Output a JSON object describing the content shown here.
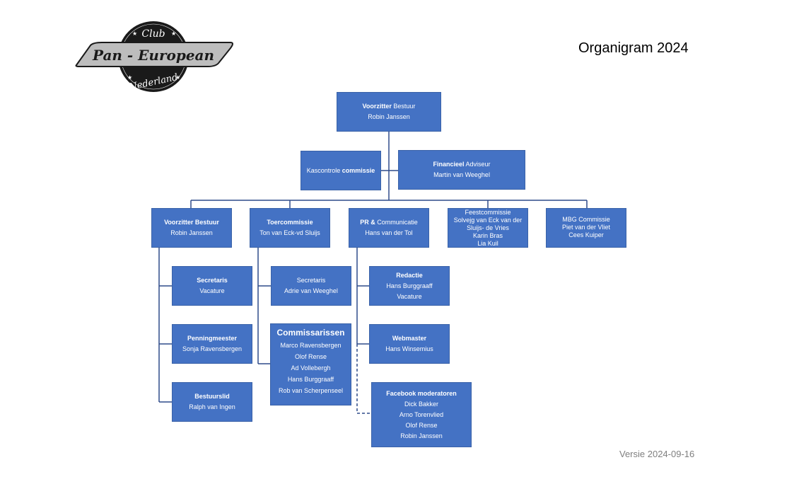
{
  "title": "Organigram 2024",
  "version": "Versie 2024-09-16",
  "logo": {
    "top_text": "Club",
    "main_text": "Pan - European",
    "bottom_text": "Nederland"
  },
  "colors": {
    "box": "#4472c4",
    "line": "#2f4b8a",
    "text": "#ffffff"
  },
  "top": {
    "role": "Voorzitter",
    "role_rest": "Bestuur",
    "name": "Robin Janssen"
  },
  "kascontrole": {
    "text": "Kascontrole",
    "bold": "commissie"
  },
  "financieel": {
    "role": "Financieel",
    "role_rest": "Adviseur",
    "name": "Martin van Weeghel"
  },
  "level2": {
    "voorzitter": {
      "role": "Voorzitter Bestuur",
      "name": "Robin Janssen"
    },
    "toer": {
      "role": "Toercommissie",
      "name": "Ton van Eck-vd Sluijs"
    },
    "pr": {
      "role": "PR &",
      "role_rest": "Communicatie",
      "name": "Hans van der Tol"
    },
    "feest": {
      "role": "Feestcommissie",
      "lines": [
        "Solvejg van Eck van der",
        "Sluijs- de Vries",
        "Karin Bras",
        "Lia Kuil"
      ]
    },
    "mbg": {
      "role": "MBG Commissie",
      "lines": [
        "Piet van der Vliet",
        "Cees Kuiper"
      ]
    }
  },
  "bestuur_children": [
    {
      "role": "Secretaris",
      "name": "Vacature"
    },
    {
      "role": "Penningmeester",
      "name": "Sonja Ravensbergen"
    },
    {
      "role": "Bestuurslid",
      "name": "Ralph van Ingen"
    }
  ],
  "toer_children": {
    "secretaris": {
      "role": "Secretaris",
      "name": "Adrie van Weeghel"
    },
    "commissarissen": {
      "title": "Commissarissen",
      "names": [
        "Marco Ravensbergen",
        "Olof Rense",
        "Ad Vollebergh",
        "Hans Burggraaff",
        "Rob van Scherpenseel"
      ]
    }
  },
  "pr_children": {
    "redactie": {
      "role": "Redactie",
      "lines": [
        "Hans Burggraaff",
        "Vacature"
      ]
    },
    "webmaster": {
      "role": "Webmaster",
      "name": "Hans Winsemius"
    },
    "facebook": {
      "role": "Facebook moderatoren",
      "names": [
        "Dick Bakker",
        "Arno Torenvlied",
        "Olof Rense",
        "Robin Janssen"
      ]
    }
  }
}
